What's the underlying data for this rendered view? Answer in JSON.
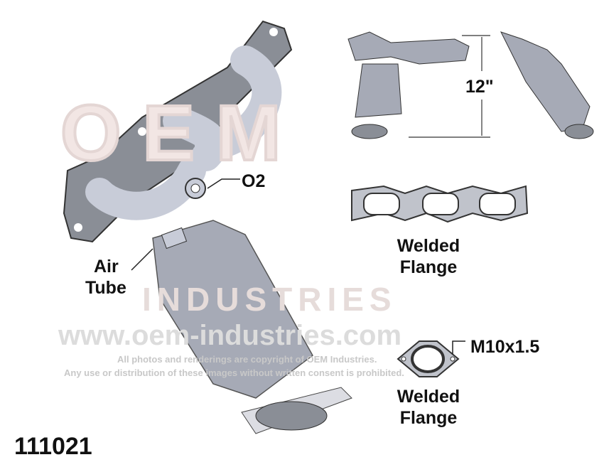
{
  "watermark": {
    "logo_top": "OEM",
    "logo_bottom": "INDUSTRIES",
    "url": "www.oem-industries.com",
    "copyright_line1": "All photos and renderings are copyright of OEM Industries.",
    "copyright_line2": "Any use or distribution of these images without written consent is prohibited."
  },
  "labels": {
    "o2": "O2",
    "air_tube_line1": "Air",
    "air_tube_line2": "Tube",
    "dimension": "12\"",
    "flange1_line1": "Welded",
    "flange1_line2": "Flange",
    "thread": "M10x1.5",
    "flange2_line1": "Welded",
    "flange2_line2": "Flange"
  },
  "part_number": "111021"
}
